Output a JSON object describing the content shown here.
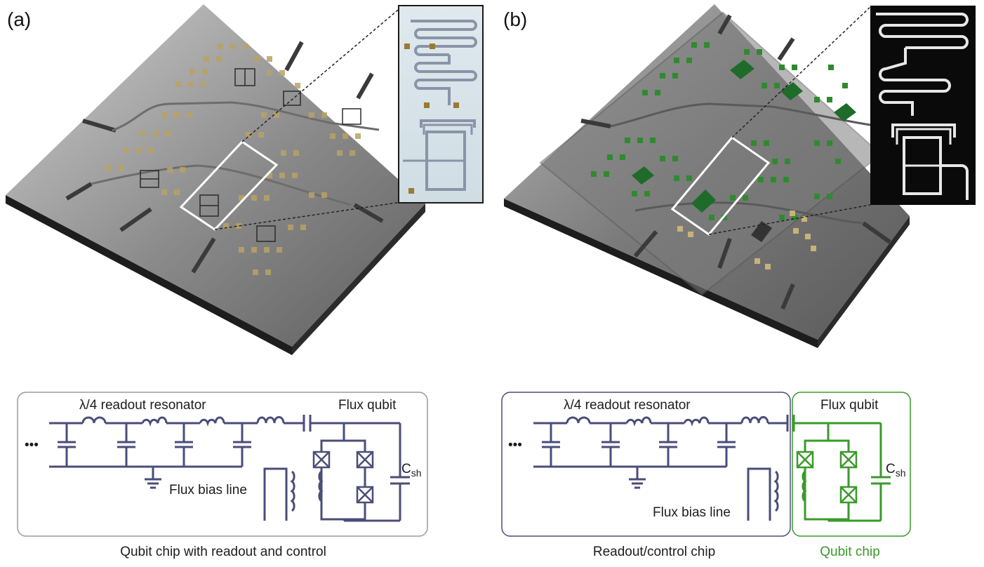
{
  "panels": {
    "a": {
      "label": "(a)",
      "circuit": {
        "resonator_label": "λ/4 readout resonator",
        "qubit_label": "Flux qubit",
        "csh_label": "C",
        "csh_sub": "sh",
        "flux_bias_label": "Flux bias line",
        "ellipsis": "•••"
      },
      "caption": "Qubit chip with readout and control"
    },
    "b": {
      "label": "(b)",
      "circuit": {
        "resonator_label": "λ/4 readout resonator",
        "qubit_label": "Flux qubit",
        "csh_label": "C",
        "csh_sub": "sh",
        "flux_bias_label": "Flux bias line",
        "ellipsis": "•••"
      },
      "caption_left": "Readout/control chip",
      "caption_right": "Qubit chip"
    }
  },
  "colors": {
    "circuit": "#4a4d78",
    "qubit_green": "#3a9a2a",
    "chip_gray": "#8a8a8a",
    "pad_gold": "#b9a266",
    "pad_green": "#2f8a2f"
  }
}
